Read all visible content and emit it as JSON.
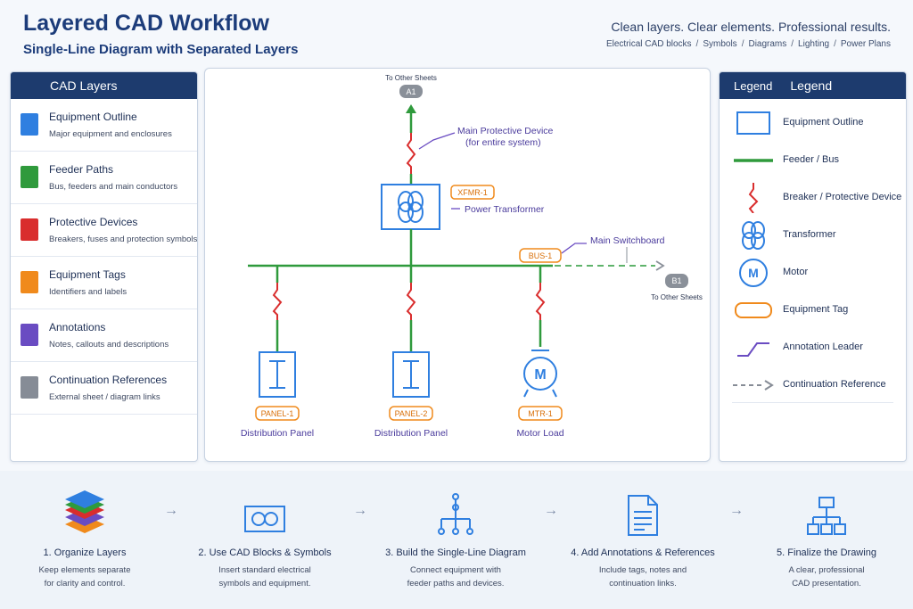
{
  "header": {
    "title": "Layered CAD Workflow",
    "subtitle": "Single-Line Diagram with Separated Layers",
    "tagline": "Clean layers. Clear elements. Professional results.",
    "crumbs": [
      "Electrical CAD blocks",
      "Symbols",
      "Diagrams",
      "Lighting",
      "Power Plans"
    ]
  },
  "layers": {
    "title": "CAD Layers",
    "items": [
      {
        "name": "Equipment Outline",
        "desc": "Major equipment and enclosures",
        "color": "#2f7fe0"
      },
      {
        "name": "Feeder Paths",
        "desc": "Bus, feeders and main conductors",
        "color": "#2f9a3c"
      },
      {
        "name": "Protective Devices",
        "desc": "Breakers, fuses and protection symbols",
        "color": "#d92d2d"
      },
      {
        "name": "Equipment Tags",
        "desc": "Identifiers and labels",
        "color": "#f08a1c"
      },
      {
        "name": "Annotations",
        "desc": "Notes, callouts and descriptions",
        "color": "#6a4cc2"
      },
      {
        "name": "Continuation References",
        "desc": "External sheet / diagram links",
        "color": "#868c96"
      }
    ]
  },
  "diagram": {
    "top_ref_caption": "To Other Sheets",
    "top_ref_id": "A1",
    "main_device_label_1": "Main Protective Device",
    "main_device_label_2": "(for entire system)",
    "transformer_tag": "XFMR-1",
    "transformer_label": "Power Transformer",
    "bus_tag": "BUS-1",
    "switchboard_label": "Main Switchboard",
    "right_ref_id": "B1",
    "right_ref_caption": "To Other Sheets",
    "motor_letter": "M",
    "loads": [
      {
        "tag": "PANEL-1",
        "label": "Distribution Panel"
      },
      {
        "tag": "PANEL-2",
        "label": "Distribution Panel"
      },
      {
        "tag": "MTR-1",
        "label": "Motor Load"
      }
    ]
  },
  "legend": {
    "title_prefix": "Legend",
    "title": "Legend",
    "items": [
      {
        "label": "Equipment Outline",
        "icon": "rectangle-outline-icon"
      },
      {
        "label": "Feeder / Bus",
        "icon": "green-line-icon"
      },
      {
        "label": "Breaker / Protective Device",
        "icon": "breaker-icon"
      },
      {
        "label": "Transformer",
        "icon": "transformer-icon"
      },
      {
        "label": "Motor",
        "icon": "motor-icon",
        "letter": "M"
      },
      {
        "label": "Equipment Tag",
        "icon": "tag-icon"
      },
      {
        "label": "Annotation Leader",
        "icon": "leader-icon"
      },
      {
        "label": "Continuation Reference",
        "icon": "dashed-arrow-icon"
      }
    ]
  },
  "workflow": {
    "steps": [
      {
        "title": "1. Organize Layers",
        "desc1": "Keep elements separate",
        "desc2": "for clarity and control.",
        "icon": "layers-stack-icon"
      },
      {
        "title": "2. Use CAD Blocks & Symbols",
        "desc1": "Insert standard electrical",
        "desc2": "symbols and equipment.",
        "icon": "cad-block-icon"
      },
      {
        "title": "3. Build the Single-Line Diagram",
        "desc1": "Connect equipment with",
        "desc2": "feeder paths and devices.",
        "icon": "single-line-tree-icon"
      },
      {
        "title": "4. Add Annotations & References",
        "desc1": "Include tags, notes and",
        "desc2": "continuation links.",
        "icon": "document-icon"
      },
      {
        "title": "5. Finalize the Drawing",
        "desc1": "A clear, professional",
        "desc2": "CAD presentation.",
        "icon": "hierarchy-icon"
      }
    ],
    "arrow": "→"
  },
  "colors": {
    "navy": "#1d3b6e",
    "equipment_blue": "#2f7fe0",
    "feeder_green": "#2f9a3c",
    "breaker_red": "#d92d2d",
    "tag_orange": "#f08a1c",
    "annotation_purple": "#6a4cc2",
    "reference_gray": "#868c96"
  }
}
